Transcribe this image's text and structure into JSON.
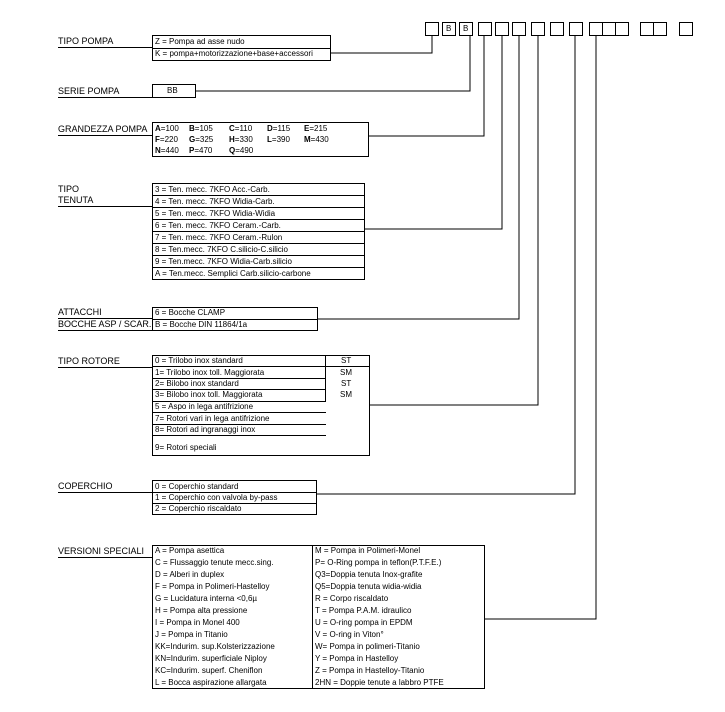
{
  "code": {
    "cell_b1": "B",
    "cell_b2": "B"
  },
  "tipo_pompa": {
    "label": "TIPO POMPA",
    "rows": [
      "Z = Pompa ad asse nudo",
      "K = pompa+motorizzazione+base+accessori"
    ]
  },
  "serie_pompa": {
    "label": "SERIE POMPA",
    "value": "BB"
  },
  "grandezza_pompa": {
    "label": "GRANDEZZA POMPA",
    "items": [
      {
        "k": "A",
        "v": "=100"
      },
      {
        "k": "B",
        "v": "=105"
      },
      {
        "k": "C",
        "v": "=110"
      },
      {
        "k": "D",
        "v": "=115"
      },
      {
        "k": "E",
        "v": "=215"
      },
      {
        "k": "F",
        "v": "=220"
      },
      {
        "k": "G",
        "v": "=325"
      },
      {
        "k": "H",
        "v": "=330"
      },
      {
        "k": "L",
        "v": "=390"
      },
      {
        "k": "M",
        "v": "=430"
      },
      {
        "k": "N",
        "v": "=440"
      },
      {
        "k": "P",
        "v": "=470"
      },
      {
        "k": "Q",
        "v": "=490"
      }
    ]
  },
  "tipo_tenuta": {
    "label1": "TIPO",
    "label2": "TENUTA",
    "rows": [
      "3 = Ten. mecc. 7KFO Acc.-Carb.",
      "4 = Ten. mecc. 7KFO Widia-Carb.",
      "5 = Ten. mecc. 7KFO Widia-Widia",
      "6 = Ten. mecc. 7KFO Ceram.-Carb.",
      "7 = Ten. mecc. 7KFO Ceram.-Rulon",
      "8 = Ten.mecc. 7KFO C.silicio-C.silicio",
      "9 = Ten.mecc. 7KFO Widia-Carb.silicio",
      "A = Ten.mecc. Semplici Carb.silicio-carbone"
    ]
  },
  "attacchi": {
    "label1": "ATTACCHI",
    "label2": "BOCCHE ASP / SCAR.",
    "rows": [
      "6 = Bocche CLAMP",
      "B =  Bocche DIN 11864/1a"
    ]
  },
  "tipo_rotore": {
    "label": "TIPO ROTORE",
    "rows": [
      {
        "t": "0 = Trilobo inox standard",
        "c": "ST"
      },
      {
        "t": "1= Trilobo inox toll. Maggiorata",
        "c": "SM"
      },
      {
        "t": "2= Bilobo inox standard",
        "c": "ST"
      },
      {
        "t": "3= Bilobo inox toll. Maggiorata",
        "c": "SM"
      },
      {
        "t": "5 = Aspo in lega antifrizione",
        "c": ""
      },
      {
        "t": "7= Rotori vari in lega antifrizione",
        "c": ""
      },
      {
        "t": "8= Rotori ad ingranaggi inox",
        "c": ""
      },
      {
        "t": "9= Rotori speciali",
        "c": ""
      }
    ]
  },
  "coperchio": {
    "label": "COPERCHIO",
    "rows": [
      "0 = Coperchio standard",
      "1 = Coperchio con valvola by-pass",
      "2 = Coperchio riscaldato"
    ]
  },
  "versioni_speciali": {
    "label": "VERSIONI SPECIALI",
    "left": [
      "A = Pompa asettica",
      "C = Flussaggio tenute mecc.sing.",
      "D = Alberi in duplex",
      "F = Pompa in Polimeri-Hastelloy",
      "G = Lucidatura interna <0,6µ",
      "H = Pompa alta pressione",
      "I = Pompa in Monel 400",
      "J = Pompa in Titanio",
      "KK=Indurim. sup.Kolsterizzazione",
      "KN=Indurim. superficiale Niploy",
      "KC=Indurim. superf. Cheniflon",
      "L = Bocca aspirazione allargata"
    ],
    "right": [
      "M = Pompa in Polimeri-Monel",
      "P= O-Ring pompa in teflon(P.T.F.E.)",
      "Q3=Doppia tenuta Inox-grafite",
      "Q5=Doppia tenuta widia-widia",
      "R = Corpo riscaldato",
      "T = Pompa P.A.M. idraulico",
      "U = O-ring pompa in EPDM",
      "V = O-ring in Viton°",
      "W= Pompa in polimeri-Titanio",
      "Y = Pompa in Hastelloy",
      "Z = Pompa in Hastelloy-Titanio",
      "2HN = Doppie tenute a labbro PTFE"
    ]
  }
}
